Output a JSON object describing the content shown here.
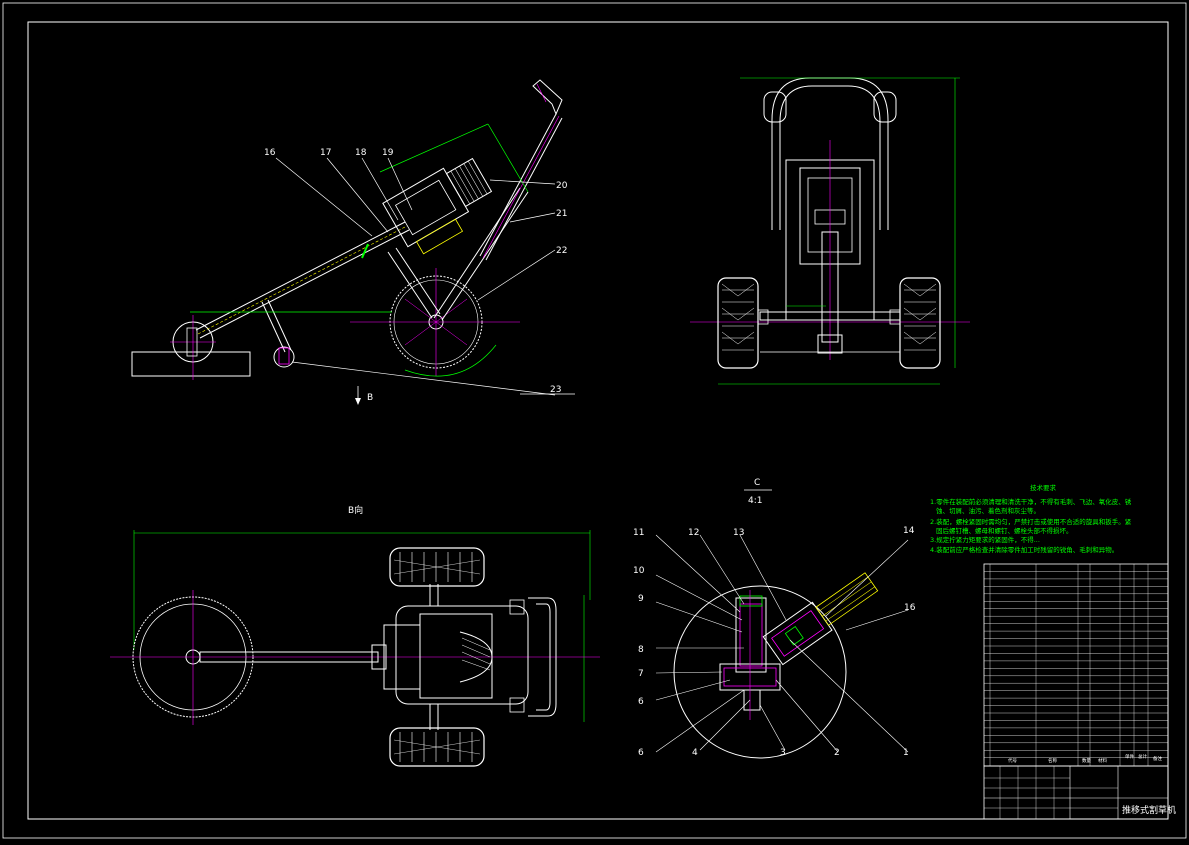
{
  "drawing": {
    "title_block_name": "推移式割草机",
    "views": {
      "b_view_title": "B向",
      "b_arrow_label": "B",
      "c_view_title": "C",
      "c_view_scale": "4:1"
    },
    "side_view_part_labels": [
      "16",
      "17",
      "18",
      "19",
      "20",
      "21",
      "22",
      "23"
    ],
    "detail_part_labels_left": [
      "11",
      "10",
      "9",
      "8",
      "7",
      "6",
      "6"
    ],
    "detail_part_labels_bottom": [
      "4",
      "3",
      "2",
      "1"
    ],
    "detail_part_labels_top": [
      "12",
      "13",
      "14",
      "16"
    ],
    "tech_requirements_title": "技术要求",
    "tech_requirements": [
      "1.零件在装配前必须清理和清洗干净，不得有毛刺、飞边、氧化皮、锈",
      "蚀、切屑、油污、着色剂和灰尘等。",
      "2.装配，螺栓紧固时需均匀，严禁打击或使用不合适的旋具和扳手。紧",
      "固后螺钉槽、螺母和螺钉、螺栓头部不得损坏。",
      "3.规定拧紧力矩要求的紧固件，不得...",
      "4.装配前应严格检查并清除零件加工时残留的锐角、毛刺和异物。"
    ],
    "bom_header": [
      "代号",
      "名称",
      "数量",
      "材料",
      "单件",
      "总计",
      "备注"
    ],
    "colors": {
      "background": "#000000",
      "outline": "#ffffff",
      "centerline": "#ff00ff",
      "dimension": "#00ff00",
      "hatch": "#ffff00"
    }
  }
}
